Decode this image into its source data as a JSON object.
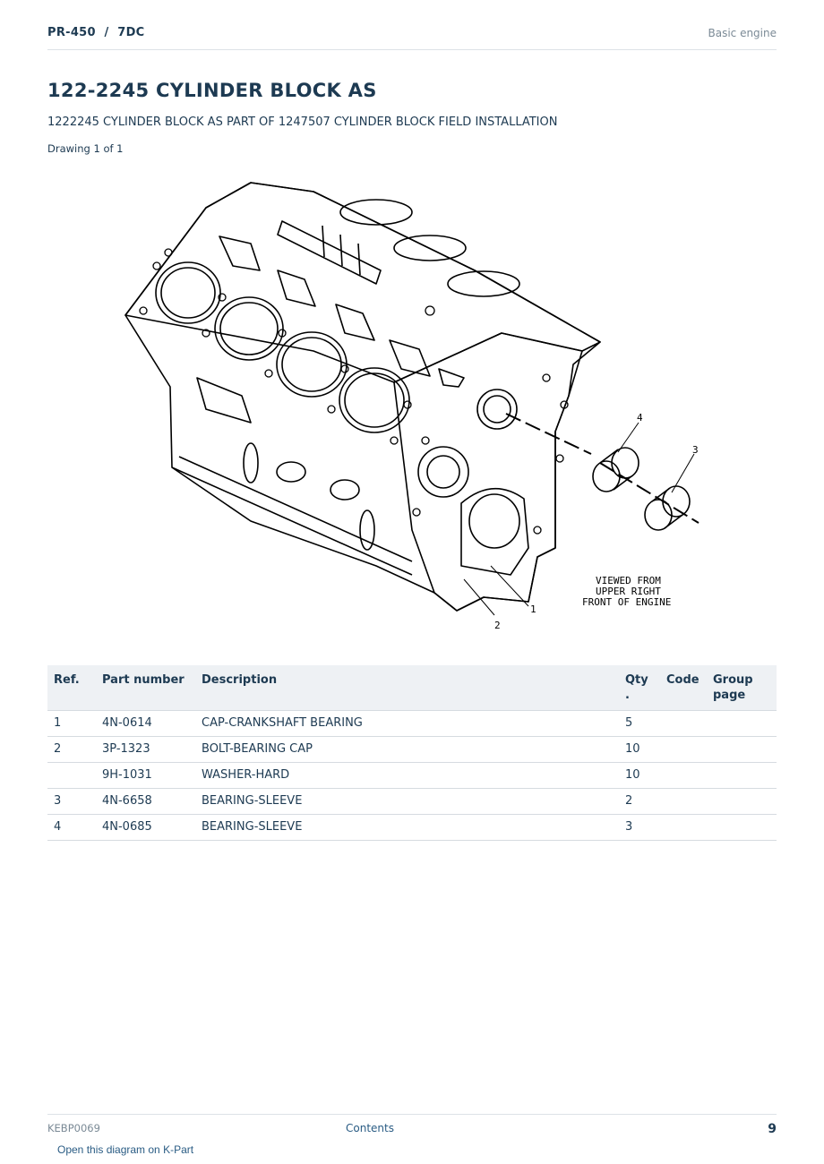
{
  "header": {
    "model": "PR-450  /  7DC",
    "section": "Basic engine"
  },
  "title": "122-2245 CYLINDER BLOCK AS",
  "subtitle": "1222245 CYLINDER BLOCK AS PART OF 1247507 CYLINDER BLOCK FIELD INSTALLATION",
  "drawing_label": "Drawing 1 of 1",
  "diagram": {
    "callouts": [
      "1",
      "2",
      "3",
      "4"
    ],
    "note_lines": [
      "VIEWED FROM",
      "UPPER RIGHT",
      "FRONT OF ENGINE"
    ]
  },
  "table": {
    "headers": {
      "ref": "Ref.",
      "part_number": "Part number",
      "description": "Description",
      "qty": "Qty\n.",
      "code": "Code",
      "group_page": "Group\npage"
    },
    "rows": [
      {
        "ref": "1",
        "part_number": "4N-0614",
        "description": "CAP-CRANKSHAFT BEARING",
        "qty": "5",
        "code": "",
        "group_page": ""
      },
      {
        "ref": "2",
        "part_number": "3P-1323",
        "description": "BOLT-BEARING CAP",
        "qty": "10",
        "code": "",
        "group_page": ""
      },
      {
        "ref": "",
        "part_number": "9H-1031",
        "description": "WASHER-HARD",
        "qty": "10",
        "code": "",
        "group_page": ""
      },
      {
        "ref": "3",
        "part_number": "4N-6658",
        "description": "BEARING-SLEEVE",
        "qty": "2",
        "code": "",
        "group_page": ""
      },
      {
        "ref": "4",
        "part_number": "4N-0685",
        "description": "BEARING-SLEEVE",
        "qty": "3",
        "code": "",
        "group_page": ""
      }
    ]
  },
  "footer": {
    "doc_id": "KEBP0069",
    "contents_link": "Contents",
    "page_number": "9",
    "diagram_link": "Open this diagram on K-Part"
  }
}
